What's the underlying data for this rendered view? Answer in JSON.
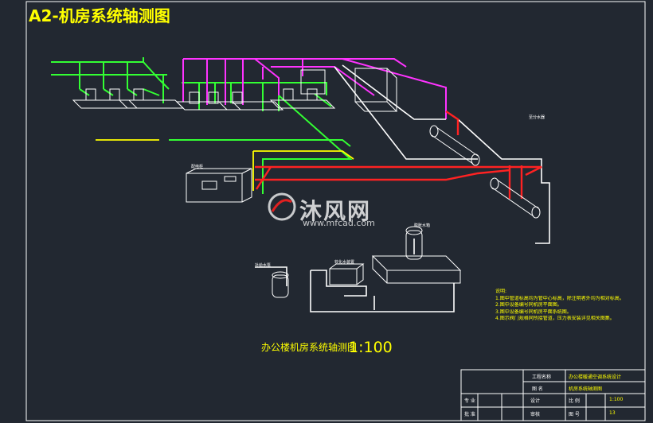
{
  "title": "A2-机房系统轴测图",
  "drawing_caption": "办公楼机房系统轴测图",
  "scale_label": "1:100",
  "notes": [
    "说明:",
    "1.图中管道标高均为管中心标高，除注明者外均为相对标高。",
    "2.图中设备编号同机房平面图。",
    "3.图中设备编号同机房平面系统图。",
    "4.图示阀门规格同所接管道，压力表安装详见相关图集。"
  ],
  "watermark": {
    "name": "沐风网",
    "url": "www.mfcad.com"
  },
  "equipment_labels": {
    "control_cabinet": "配电柜",
    "tank": "膨胀水箱",
    "softener": "软化水装置",
    "makeup": "补给水泵",
    "supply": "至分水器"
  },
  "title_block": {
    "project_label": "工程名称",
    "project_value": "办公楼暖通空调系统设计",
    "drawing_name_label": "图 名",
    "drawing_name_value": "机房系统轴测图",
    "design_label": "设计",
    "check_label": "审核",
    "major_label": "专 业",
    "approve_label": "批 准",
    "scale_label": "比 例",
    "scale_value": "1:100",
    "number_label": "图 号",
    "number_value": "13"
  },
  "colors": {
    "background": "#222831",
    "frame": "#ffffff",
    "green_pipe": "#33ff33",
    "magenta_pipe": "#ff33ff",
    "red_pipe": "#ff2222",
    "yellow_pipe": "#ffff00",
    "white_pipe": "#ffffff",
    "text": "#ffff00"
  }
}
